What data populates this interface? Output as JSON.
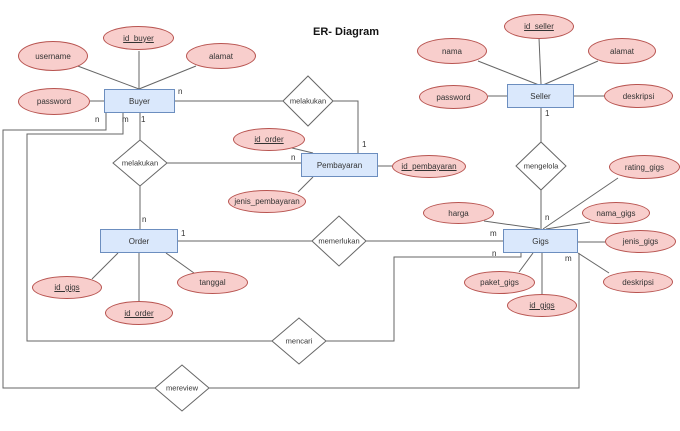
{
  "title": "ER- Diagram",
  "entities": {
    "buyer": "Buyer",
    "seller": "Seller",
    "pembayaran": "Pembayaran",
    "order": "Order",
    "gigs": "Gigs"
  },
  "relationships": {
    "melakukan_top": "melakukan",
    "melakukan_left": "melakukan",
    "mengelola": "mengelola",
    "memerlukan": "memerlukan",
    "mencari": "mencari",
    "mereview": "mereview"
  },
  "attributes": {
    "buyer_username": "username",
    "buyer_id": "id_buyer",
    "buyer_alamat": "alamat",
    "buyer_password": "password",
    "seller_nama": "nama",
    "seller_id": "id_seller",
    "seller_alamat": "alamat",
    "seller_password": "password",
    "seller_deskripsi": "deskripsi",
    "pembayaran_id_order": "id_order",
    "pembayaran_id": "id_pembayaran",
    "pembayaran_jenis": "jenis_pembayaran",
    "order_id_gigs": "id_gigs",
    "order_id": "id_order",
    "order_tanggal": "tanggal",
    "gigs_harga": "harga",
    "gigs_rating": "rating_gigs",
    "gigs_nama": "nama_gigs",
    "gigs_jenis": "jenis_gigs",
    "gigs_deskripsi": "deskripsi",
    "gigs_paket": "paket_gigs",
    "gigs_id": "id_gigs"
  },
  "cardinalities": {
    "buyer_melakukan": "n",
    "buyer_mereview": "n",
    "buyer_mencari": "m",
    "buyer_melakukan2": "1",
    "pembayaran_melakukan": "1",
    "pembayaran_melakukan2": "n",
    "order_melakukan2": "n",
    "order_memerlukan": "1",
    "seller_mengelola": "1",
    "gigs_mengelola": "n",
    "gigs_memerlukan": "m",
    "gigs_mencari": "n",
    "gigs_mereview": "m"
  },
  "colors": {
    "entity_fill": "#dae8fc",
    "entity_stroke": "#6c8ebf",
    "attribute_fill": "#f8cecc",
    "attribute_stroke": "#b85450",
    "relationship_fill": "#ffffff",
    "relationship_stroke": "#666666",
    "connector": "#666666",
    "text": "#333333"
  }
}
